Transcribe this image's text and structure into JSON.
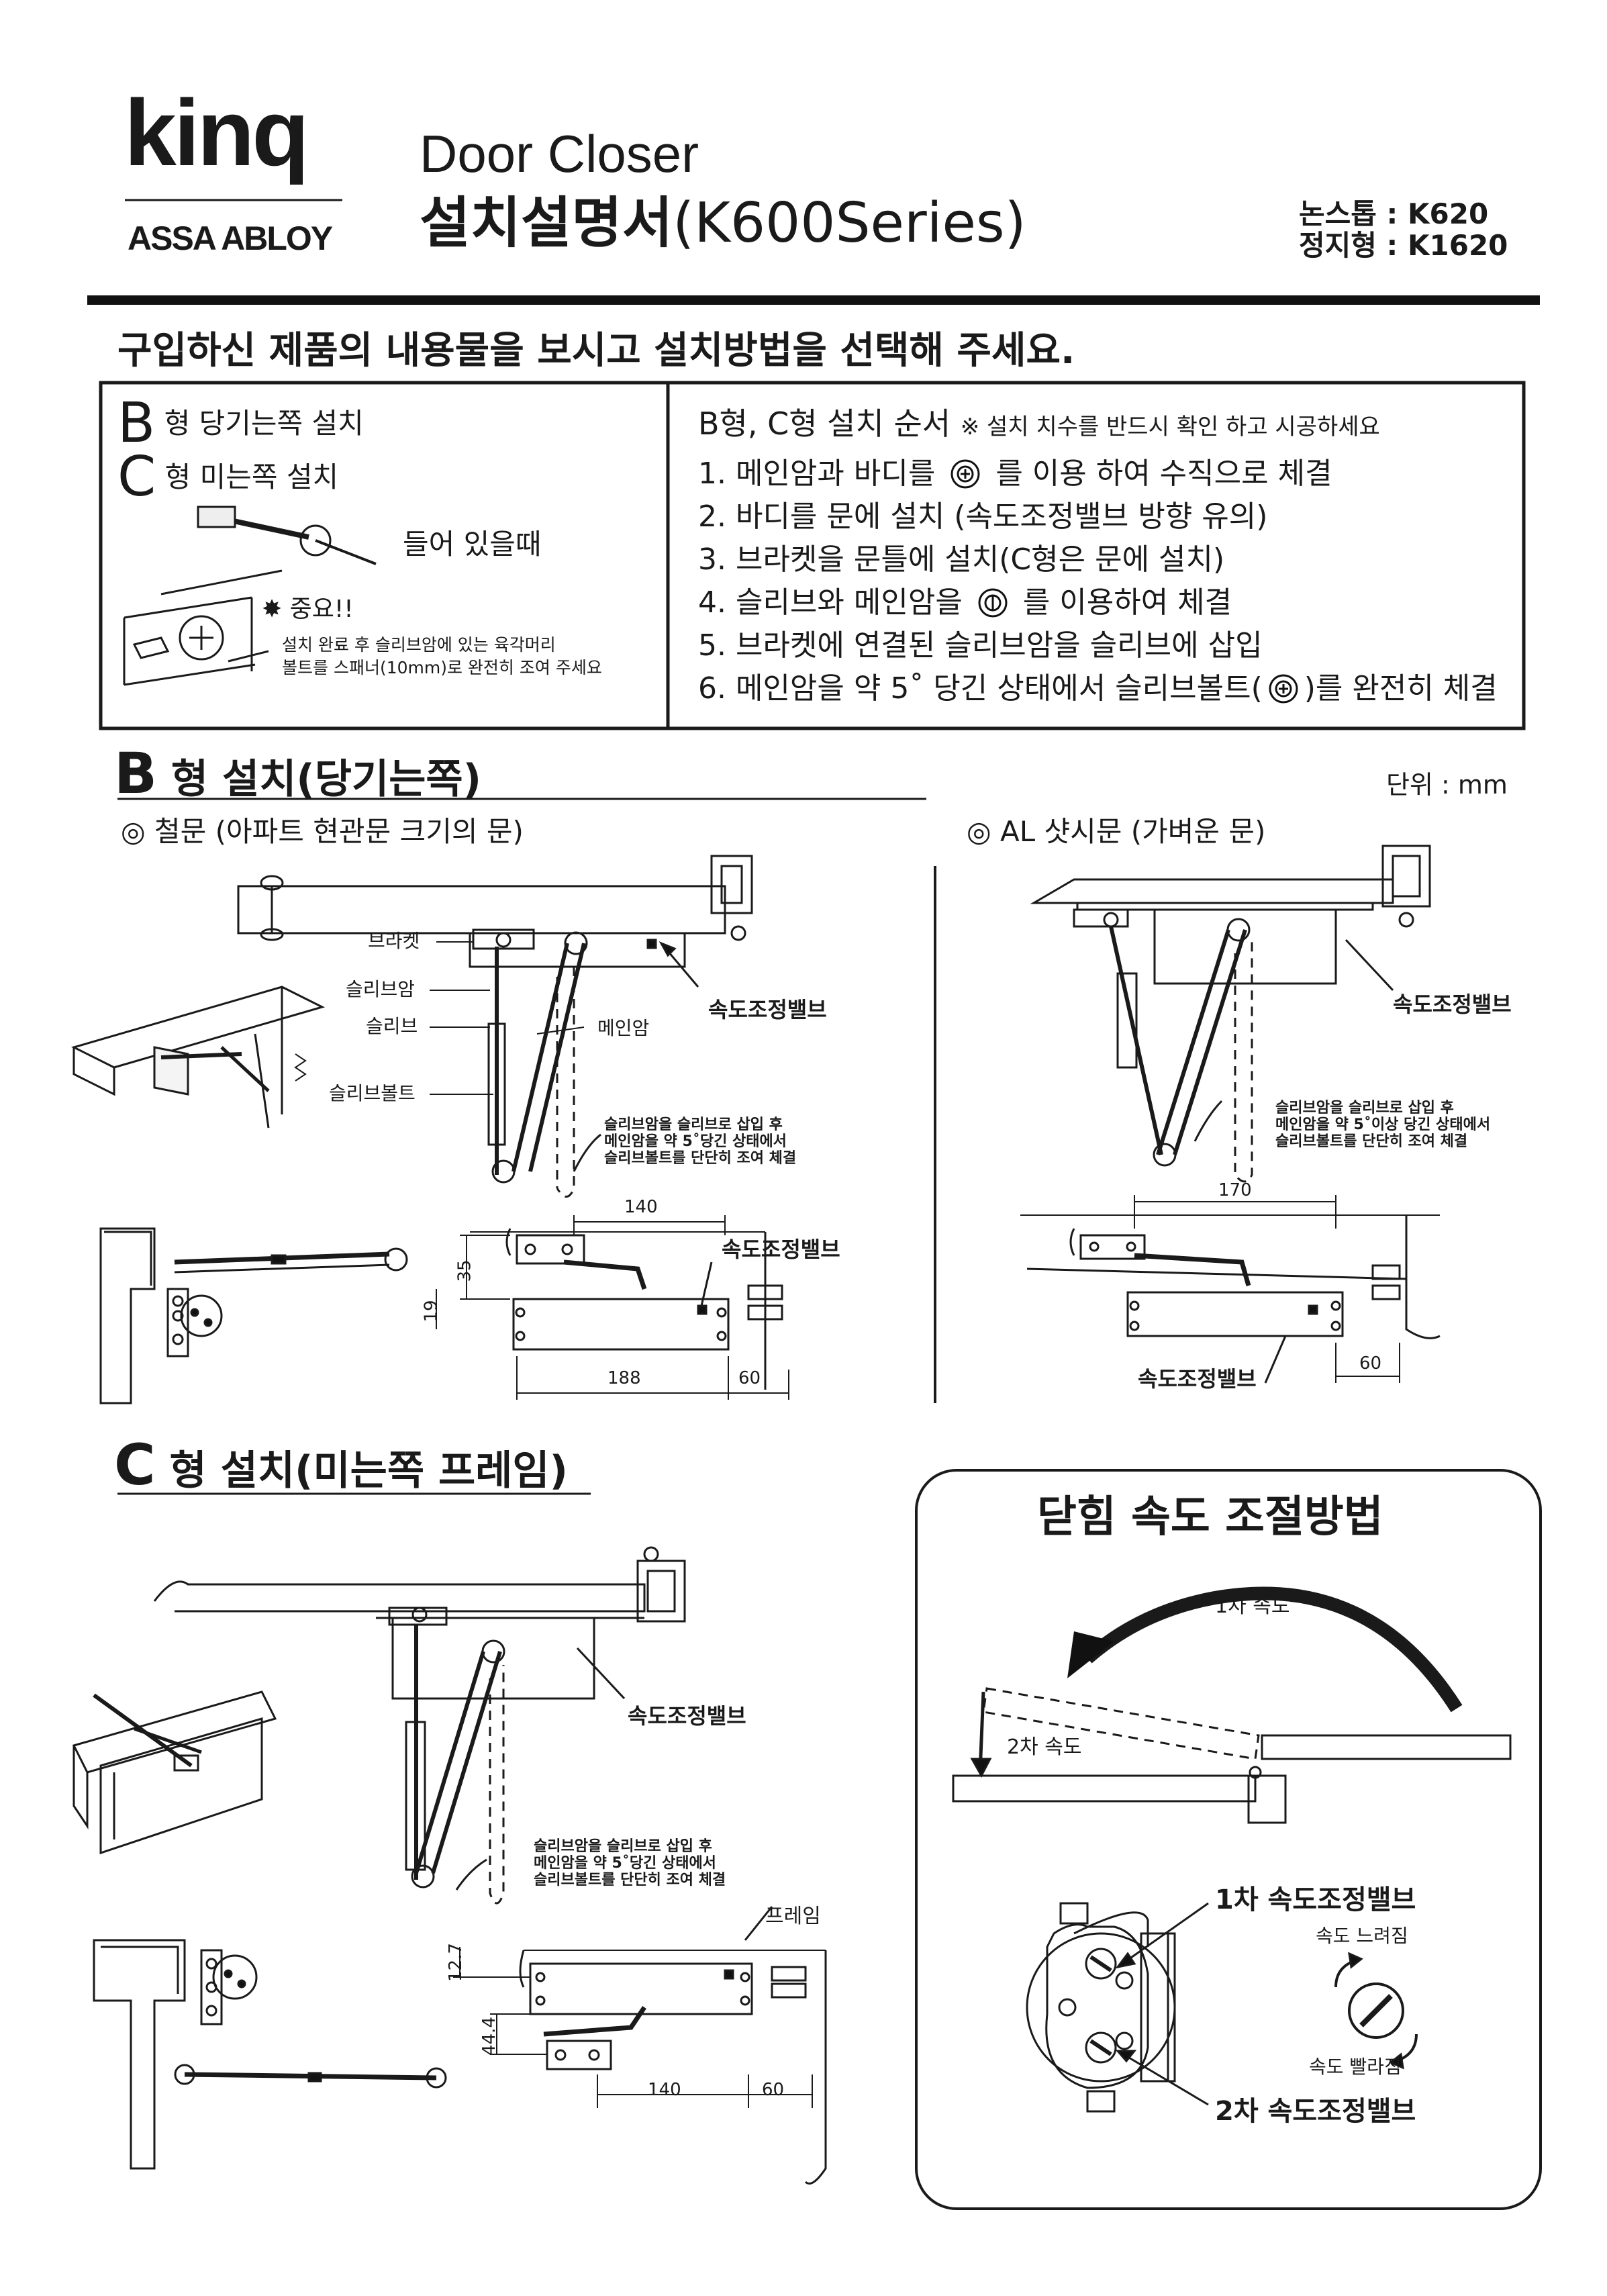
{
  "header": {
    "logo": "kinq",
    "logo_sub": "ASSA ABLOY",
    "product_en": "Door Closer",
    "title_ko": "설치설명서",
    "title_series": "(K600Series)",
    "models": [
      {
        "label": "논스톱",
        "value": "K620"
      },
      {
        "label": "정지형",
        "value": "K1620"
      }
    ]
  },
  "intro": "구입하신 제품의 내용물을 보시고 설치방법을 선택해 주세요.",
  "left_box": {
    "type_b_letter": "B",
    "type_b_text": "형  당기는쪽 설치",
    "type_c_letter": "C",
    "type_c_text": "형  미는쪽 설치",
    "note_included": "들어 있을때",
    "important_title": "중요!!",
    "important_line1": "설치 완료 후 슬리브암에 있는 육각머리",
    "important_line2": "볼트를 스패너(10mm)로 완전히 조여 주세요"
  },
  "right_box": {
    "title": "B형, C형 설치 순서",
    "title_note": "※ 설치 치수를 반드시 확인 하고 시공하세요",
    "steps": [
      {
        "pre": "1. 메인암과 바디를",
        "post": "를 이용 하여 수직으로  체결",
        "icon": "bolt-knob-icon"
      },
      {
        "pre": "2. 바디를 문에 설치 (속도조정밸브 방향 유의)",
        "post": "",
        "icon": ""
      },
      {
        "pre": "3. 브라켓을 문틀에 설치(C형은 문에 설치)",
        "post": "",
        "icon": ""
      },
      {
        "pre": "4. 슬리브와  메인암을",
        "post": "를 이용하여 체결",
        "icon": "bolt-knob-icon"
      },
      {
        "pre": "5. 브라켓에 연결된 슬리브암을 슬리브에 삽입",
        "post": "",
        "icon": ""
      },
      {
        "pre": "6. 메인암을 약 5˚ 당긴 상태에서 슬리브볼트(",
        "post": ")를 완전히  체결",
        "icon": "bolt-knob-icon"
      }
    ]
  },
  "section_b": {
    "letter": "B",
    "title": "형 설치(당기는쪽)",
    "unit": "단위 : mm",
    "left_sub": "◎  철문 (아파트 현관문 크기의 문)",
    "right_sub": "◎  AL 샷시문 (가벼운 문)",
    "labels": {
      "bracket": "브라켓",
      "sleeve_arm": "슬리브암",
      "sleeve": "슬리브",
      "sleeve_bolt": "슬리브볼트",
      "main_arm": "메인암",
      "valve": "속도조정밸브"
    },
    "note_left": [
      "슬리브암을 슬리브로 삽입 후",
      "메인암을 약 5˚당긴 상태에서",
      "슬리브볼트를 단단히 조여 체결"
    ],
    "note_right": [
      "슬리브암을 슬리브로 삽입 후",
      "메인암을 약 5˚이상 당긴 상태에서",
      "슬리브볼트를 단단히 조여 체결"
    ],
    "dims_left": {
      "d140": "140",
      "d35": "35",
      "d19": "19",
      "d188": "188",
      "d60": "60"
    },
    "dims_right": {
      "d170": "170",
      "d60": "60"
    }
  },
  "section_c": {
    "letter": "C",
    "title": "형 설치(미는쪽 프레임)",
    "valve": "속도조정밸브",
    "frame": "프레임",
    "note": [
      "슬리브암을 슬리브로 삽입 후",
      "메인암을 약 5˚당긴 상태에서",
      "슬리브볼트를 단단히 조여 체결"
    ],
    "dims": {
      "d12_7": "12.7",
      "d44_4": "44.4",
      "d140": "140",
      "d60": "60"
    }
  },
  "speed_box": {
    "title": "닫힘 속도 조절방법",
    "speed1": "1차 속도",
    "speed2": "2차 속도",
    "valve1": "1차 속도조정밸브",
    "valve2": "2차 속도조정밸브",
    "slower": "속도 느려짐",
    "faster": "속도 빨라짐"
  }
}
